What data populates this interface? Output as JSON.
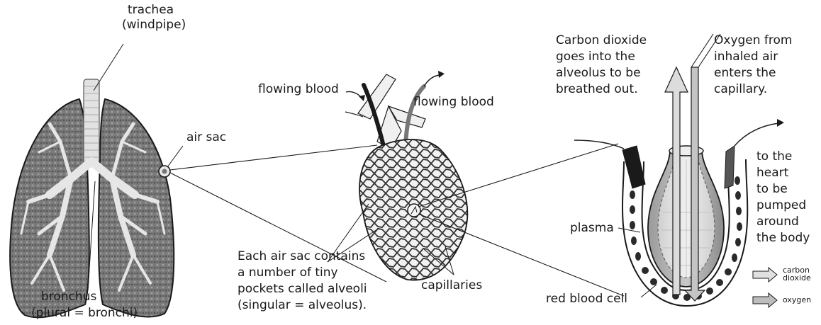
{
  "labels": {
    "trachea": [
      "trachea",
      "(windpipe)"
    ],
    "air_sac": "air sac",
    "bronchus": [
      "bronchus",
      "(plural = bronchi)"
    ],
    "flowing_blood_in": "flowing blood",
    "flowing_blood_out": "flowing blood",
    "alveoli_note": [
      "Each air sac contains",
      "a number of tiny",
      "pockets called alveoli",
      "(singular = alveolus)."
    ],
    "capillaries": "capillaries",
    "co2_note": [
      "Carbon dioxide",
      "goes into the",
      "alveolus to be",
      "breathed out."
    ],
    "o2_note": [
      "Oxygen from",
      "inhaled air",
      "enters the",
      "capillary."
    ],
    "plasma": "plasma",
    "red_blood_cell": "red blood cell",
    "to_heart": [
      "to the",
      "heart",
      "to be",
      "pumped",
      "around",
      "the body"
    ]
  },
  "legend": {
    "carbon_dioxide": [
      "carbon",
      "dioxide"
    ],
    "oxygen": "oxygen"
  },
  "colors": {
    "lung_tissue": "#8a8a8a",
    "airway": "#e4e4e4",
    "ink": "#1a1a1a",
    "alveolus_wall": "#9a9a9a",
    "alveolus_inner": "#dcdcdc",
    "blood_dark": "#2e2e2e",
    "arrow_fill": "#d6d6d6"
  }
}
